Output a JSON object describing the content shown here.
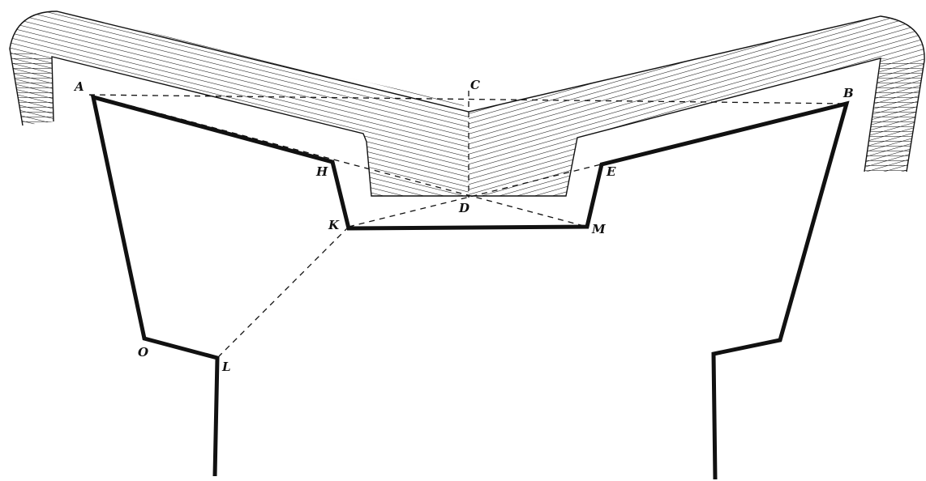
{
  "colors": {
    "ink": "#111111",
    "paper": "#ffffff",
    "hatch": "#1a1a1a"
  },
  "labels": {
    "A": "A",
    "B": "B",
    "C": "C",
    "D": "D",
    "E": "E",
    "H": "H",
    "K": "K",
    "M": "M",
    "O": "O",
    "L": "L"
  }
}
